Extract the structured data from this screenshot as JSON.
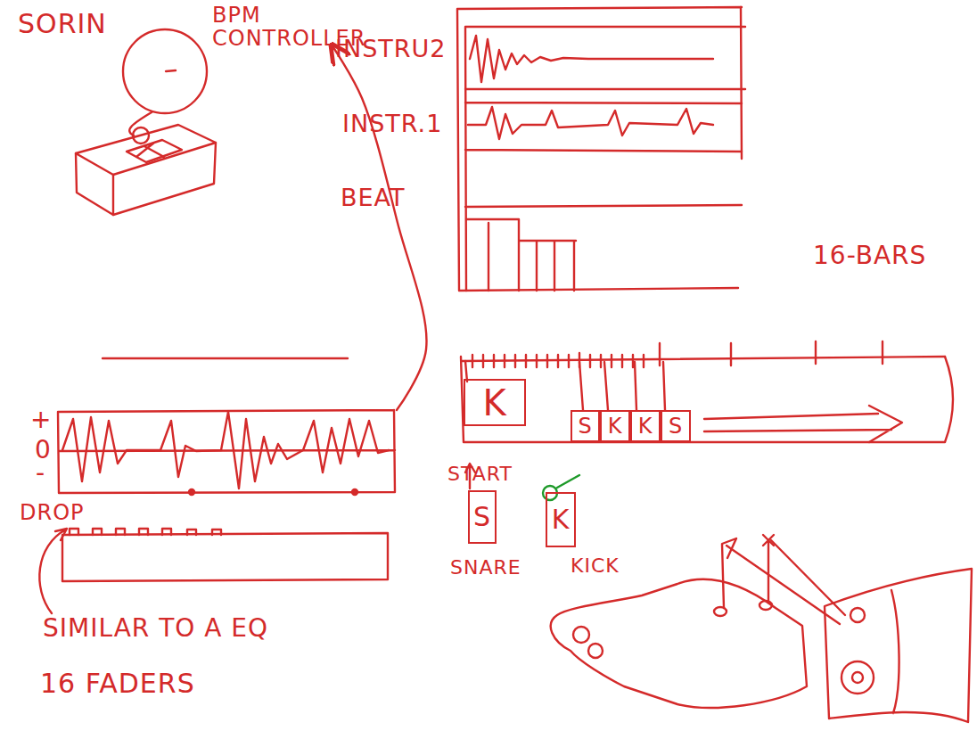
{
  "diagram": {
    "nodes": [
      {
        "text": [
          "INSTRU2",
          "INSTR.1",
          "BEAT"
        ]
      },
      {
        "text": [
          "+",
          "0",
          "-"
        ]
      },
      {
        "text": [
          "K"
        ]
      },
      {
        "text": [
          "S"
        ]
      },
      {
        "text": [
          "K"
        ]
      },
      {
        "text": [
          "K"
        ]
      },
      {
        "text": [
          "S"
        ]
      },
      {
        "text": [
          "S",
          "SNARE"
        ]
      },
      {
        "text": [
          "K",
          "KICK"
        ]
      }
    ],
    "edges": [
      {
        "from": 1,
        "to": 0,
        "arrow": "to"
      }
    ],
    "labels": [
      "SORIN",
      "BPM CONTROLLER",
      "16-BARS",
      "START",
      "DROP",
      "SIMILAR TO A EQ",
      "16 FADERS"
    ]
  }
}
